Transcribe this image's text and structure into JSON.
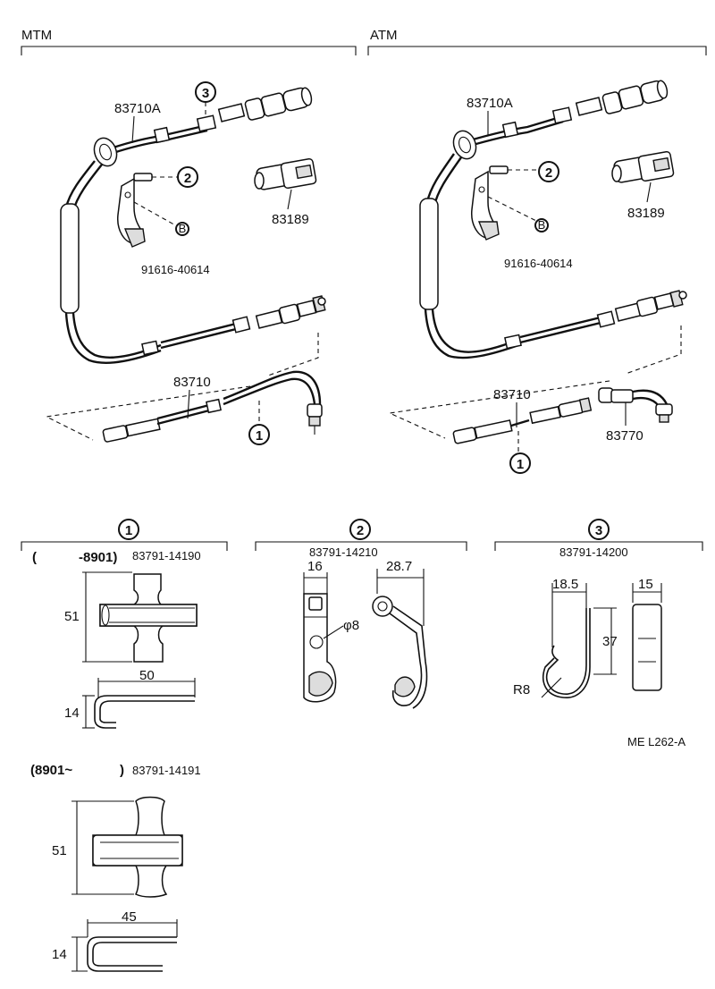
{
  "sections": {
    "mtm": "MTM",
    "atm": "ATM"
  },
  "mtm": {
    "cable_upper": "83710A",
    "sensor": "83189",
    "bolt": "91616-40614",
    "cable_lower": "83710",
    "callout_clamp3": "3",
    "callout_clamp2": "2",
    "callout_clamp1": "1",
    "callout_bolt": "B"
  },
  "atm": {
    "cable_upper": "83710A",
    "sensor": "83189",
    "bolt": "91616-40614",
    "cable_lower": "83710",
    "cable_sub": "83770",
    "callout_clamp2": "2",
    "callout_clamp1": "1",
    "callout_bolt": "B"
  },
  "details": {
    "clamp1": {
      "callout": "1",
      "range_open": "(",
      "range_end": "-8901)",
      "part": "83791-14190",
      "height": "51",
      "width": "50",
      "depth": "14"
    },
    "clamp2": {
      "callout": "2",
      "part": "83791-14210",
      "width": "16",
      "reach": "28.7",
      "hole": "φ8"
    },
    "clamp3": {
      "callout": "3",
      "part": "83791-14200",
      "gap": "18.5",
      "width": "15",
      "height": "37",
      "radius": "R8"
    },
    "clamp1b": {
      "range_start": "(8901~",
      "range_close": ")",
      "part": "83791-14191",
      "height": "51",
      "width": "45",
      "depth": "14"
    }
  },
  "ref_code": "ME  L262-A"
}
